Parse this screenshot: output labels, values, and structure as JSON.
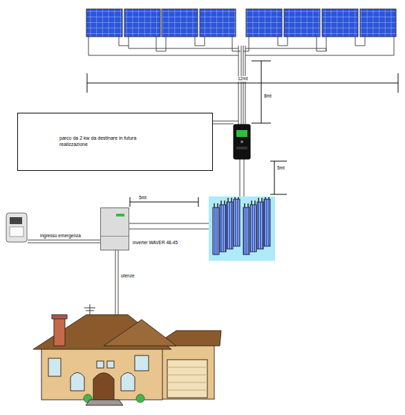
{
  "diagram": {
    "nodes": [
      {
        "text": [
          "parco da 2 kw da destinare in futura realizzazione"
        ]
      },
      {
        "text": [
          "inverter WAVER 48-45"
        ]
      }
    ],
    "labels": [
      "12mt",
      "8mt",
      "5mt",
      "5mt",
      "ingresso emergenza",
      "utenze"
    ]
  }
}
